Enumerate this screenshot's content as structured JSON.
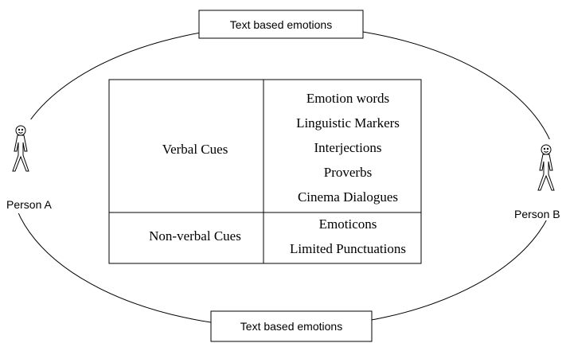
{
  "top_label": "Text based emotions",
  "bottom_label": "Text based emotions",
  "persons": {
    "a": {
      "label": "Person A",
      "icon": "stick-figure-icon"
    },
    "b": {
      "label": "Person B",
      "icon": "stick-figure-icon"
    }
  },
  "table": {
    "rows": [
      {
        "category": "Verbal Cues",
        "items": [
          "Emotion words",
          "Linguistic Markers",
          "Interjections",
          "Proverbs",
          "Cinema Dialogues"
        ]
      },
      {
        "category": "Non-verbal Cues",
        "items": [
          "Emoticons",
          "Limited Punctuations"
        ]
      }
    ]
  }
}
